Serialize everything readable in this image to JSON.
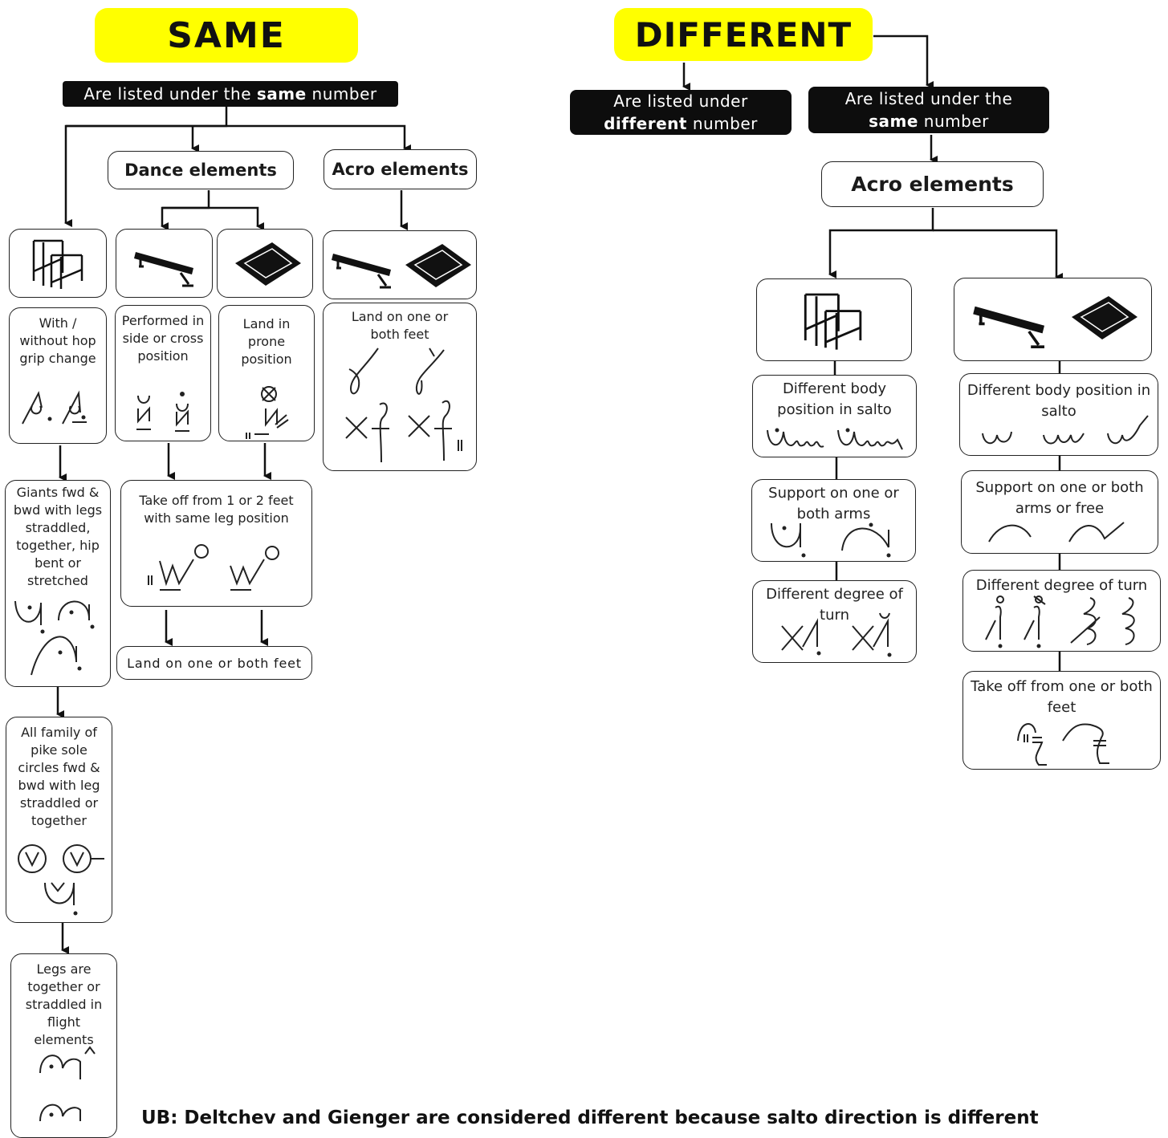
{
  "same": {
    "title": "SAME",
    "listed": {
      "pre": "Are listed under the ",
      "bold": "same",
      "post": " number"
    },
    "dance_header": "Dance elements",
    "acro_header": "Acro elements",
    "ub_col": [
      "With / without hop grip change",
      "Giants fwd & bwd with legs straddled, together, hip bent or stretched",
      "All family of pike sole circles fwd & bwd with leg straddled or together",
      "Legs are together or straddled in flight elements"
    ],
    "dance_beam": "Performed in side or cross position",
    "dance_floor": "Land in prone position",
    "take_off": "Take off from 1 or 2 feet with same leg position",
    "land_feet": "Land on one or both feet",
    "acro_land": "Land on one or both feet"
  },
  "different": {
    "title": "DIFFERENT",
    "listed_diff": {
      "pre": "Are listed under",
      "bold": "different",
      "post": " number"
    },
    "listed_same": {
      "pre": "Are listed under the",
      "bold": "same",
      "post": " number"
    },
    "acro_header": "Acro elements",
    "ub_col": [
      "Different body position in salto",
      "Support on one or both arms",
      "Different degree of turn"
    ],
    "bf_col": [
      "Different body position in salto",
      "Support on one or both arms or free",
      "Different degree of turn",
      "Take off from one or both feet"
    ]
  },
  "footnote": "UB: Deltchev and Gienger are considered different because salto direction is different",
  "icons": [
    "uneven-bars-icon",
    "balance-beam-icon",
    "floor-mat-icon",
    "notation-symbol-icon"
  ],
  "colors": {
    "highlight": "#ffff00",
    "label_bg": "#0d0d0d"
  }
}
